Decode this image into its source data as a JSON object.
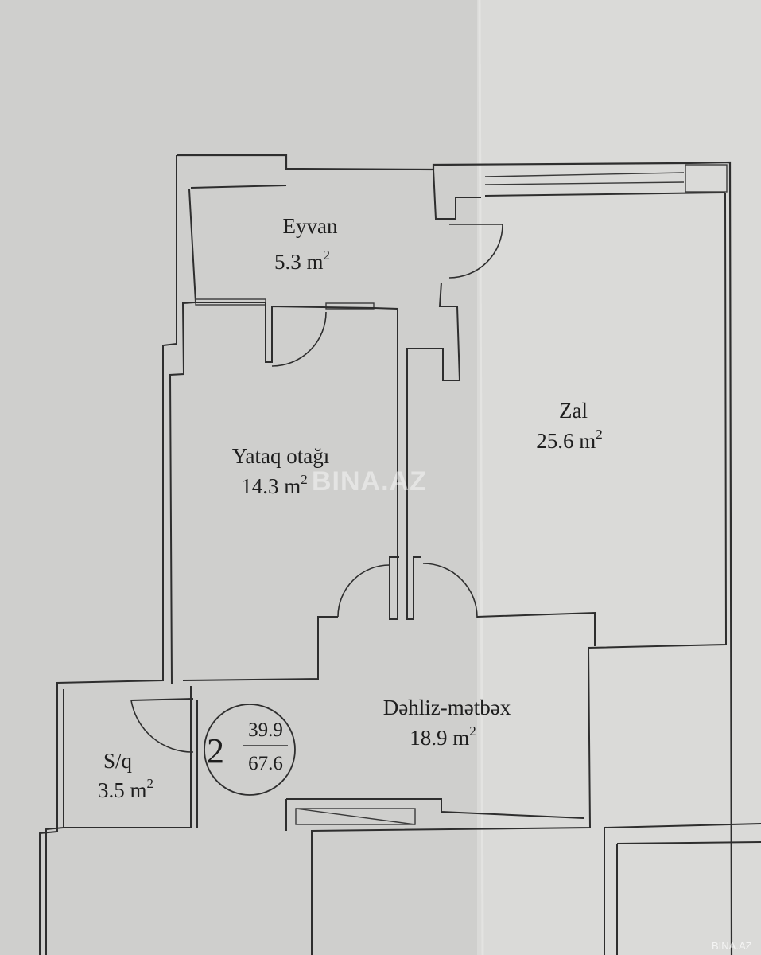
{
  "rooms": {
    "eyvan": {
      "name": "Eyvan",
      "area": "5.3 m",
      "unit_sup": "2"
    },
    "yataq": {
      "name": "Yataq otağı",
      "area": "14.3 m",
      "unit_sup": "2"
    },
    "zal": {
      "name": "Zal",
      "area": "25.6 m",
      "unit_sup": "2"
    },
    "dehliz": {
      "name": "Dəhliz-mətbəx",
      "area": "18.9 m",
      "unit_sup": "2"
    },
    "sq": {
      "name": "S/q",
      "area": "3.5 m",
      "unit_sup": "2"
    }
  },
  "badge": {
    "rooms": "2",
    "living_area": "39.9",
    "total_area": "67.6"
  },
  "watermark": {
    "main": "BINA.AZ",
    "corner": "BINA.AZ"
  },
  "colors": {
    "paper": "#d4d4d2",
    "lines": "#2e2e2e",
    "text": "#1e1e1e"
  }
}
